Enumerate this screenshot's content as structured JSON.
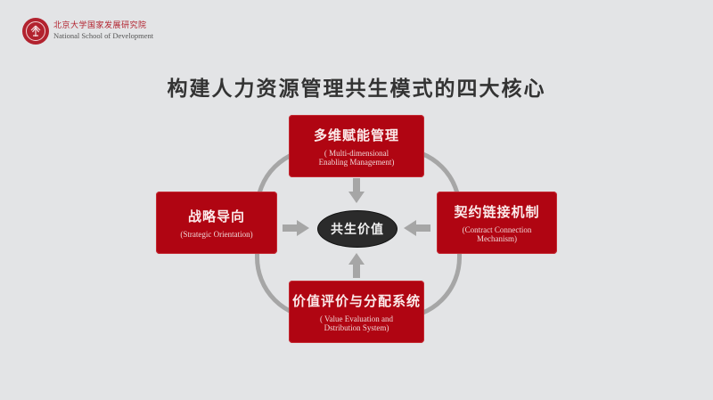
{
  "header": {
    "logo_cn": "北京大学国家发展研究院",
    "logo_en": "National School of Development",
    "logo_icon": "peking-university-emblem-icon"
  },
  "slide": {
    "title": "构建人力资源管理共生模式的四大核心",
    "center": {
      "label": "共生价值"
    },
    "boxes": {
      "top": {
        "cn": "多维赋能管理",
        "en_line1": "( Multi-dimensional",
        "en_line2": "Enabling Management)"
      },
      "left": {
        "cn": "战略导向",
        "en_line1": "(Strategic Orientation)"
      },
      "right": {
        "cn": "契约链接机制",
        "en_line1": "(Contract Connection",
        "en_line2": "Mechanism)"
      },
      "bottom": {
        "cn": "价值评价与分配系统",
        "en_line1": "( Value Evaluation and",
        "en_line2": "Dstribution System)"
      }
    },
    "colors": {
      "background": "#e3e4e6",
      "box_red": "#b00512",
      "center_dark": "#2b2b2b",
      "arrow_gray": "#a6a6a6",
      "title": "#333333"
    }
  }
}
